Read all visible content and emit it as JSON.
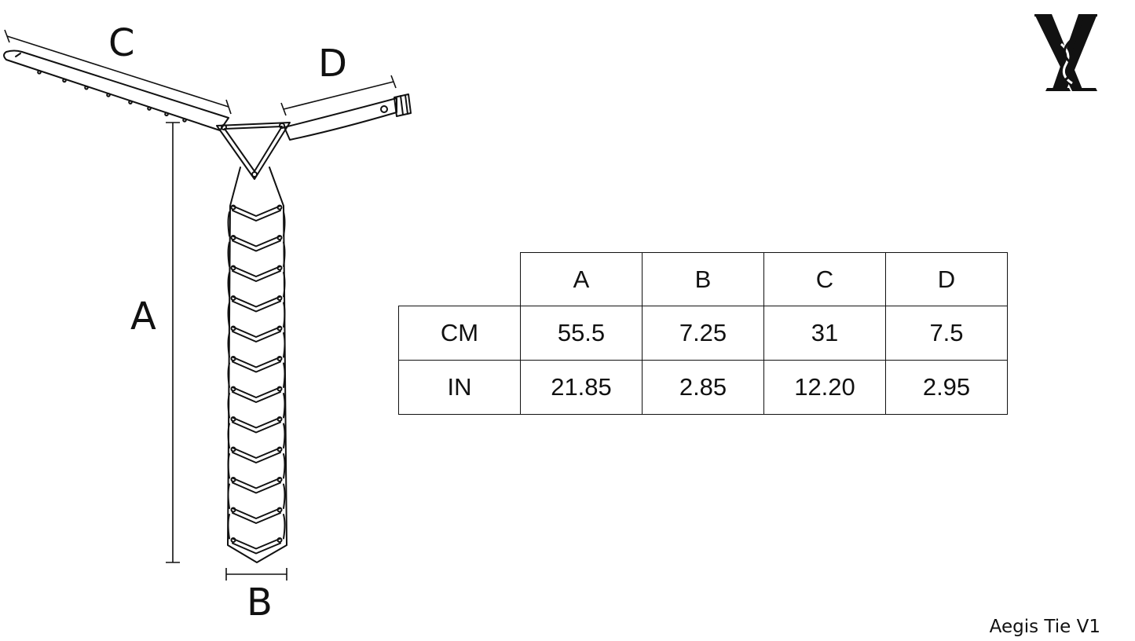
{
  "diagram": {
    "labels": {
      "a": "A",
      "b": "B",
      "c": "C",
      "d": "D"
    }
  },
  "table": {
    "header": [
      "",
      "A",
      "B",
      "C",
      "D"
    ],
    "rows": [
      {
        "unit": "CM",
        "values": [
          "55.5",
          "7.25",
          "31",
          "7.5"
        ]
      },
      {
        "unit": "IN",
        "values": [
          "21.85",
          "2.85",
          "12.20",
          "2.95"
        ]
      }
    ]
  },
  "caption": "Aegis Tie V1",
  "logo": {
    "icon": "monogram-logo-icon",
    "color": "#111111"
  }
}
